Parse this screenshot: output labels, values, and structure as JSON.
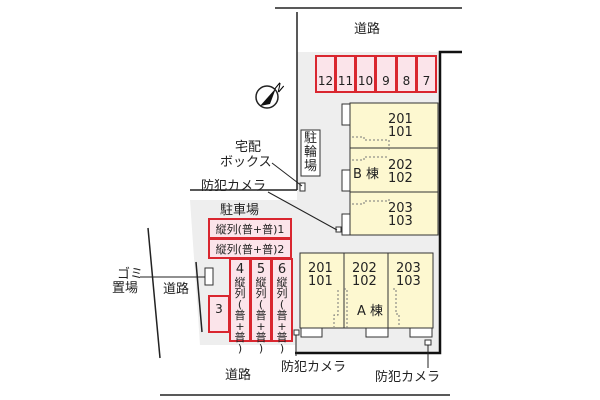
{
  "labels": {
    "road_top": "道路",
    "road_bottom": "道路",
    "road_left": "道路",
    "delivery_box": [
      "宅配",
      "ボックス"
    ],
    "camera": "防犯カメラ",
    "bicycle_parking": [
      "駐",
      "輪",
      "場"
    ],
    "parking": "駐車場",
    "garbage": [
      "ゴミ",
      "置場"
    ],
    "building_a": "A 棟",
    "building_b": "B 棟"
  },
  "parking_top": [
    "12",
    "11",
    "10",
    "9",
    "8",
    "7"
  ],
  "parking_left": {
    "p1": "縦列(普+普)1",
    "p2": "縦列(普+普)2",
    "p3": "3",
    "vertical": [
      {
        "num": "4",
        "chars": [
          "縦",
          "列",
          "(",
          "普",
          "+",
          "普",
          ")"
        ]
      },
      {
        "num": "5",
        "chars": [
          "縦",
          "列",
          "(",
          "普",
          "+",
          "普",
          ")"
        ]
      },
      {
        "num": "6",
        "chars": [
          "縦",
          "列",
          "(",
          "普",
          "+",
          "普",
          ")"
        ]
      }
    ]
  },
  "building_b_units": [
    [
      "201",
      "101"
    ],
    [
      "202",
      "102"
    ],
    [
      "203",
      "103"
    ]
  ],
  "building_a_units": [
    [
      "201",
      "101"
    ],
    [
      "202",
      "102"
    ],
    [
      "203",
      "103"
    ]
  ],
  "colors": {
    "parking_border": "#d9262f",
    "parking_fill": "#fbe4ea",
    "building_fill": "#fdf8d0",
    "ground": "#eeeeee"
  }
}
